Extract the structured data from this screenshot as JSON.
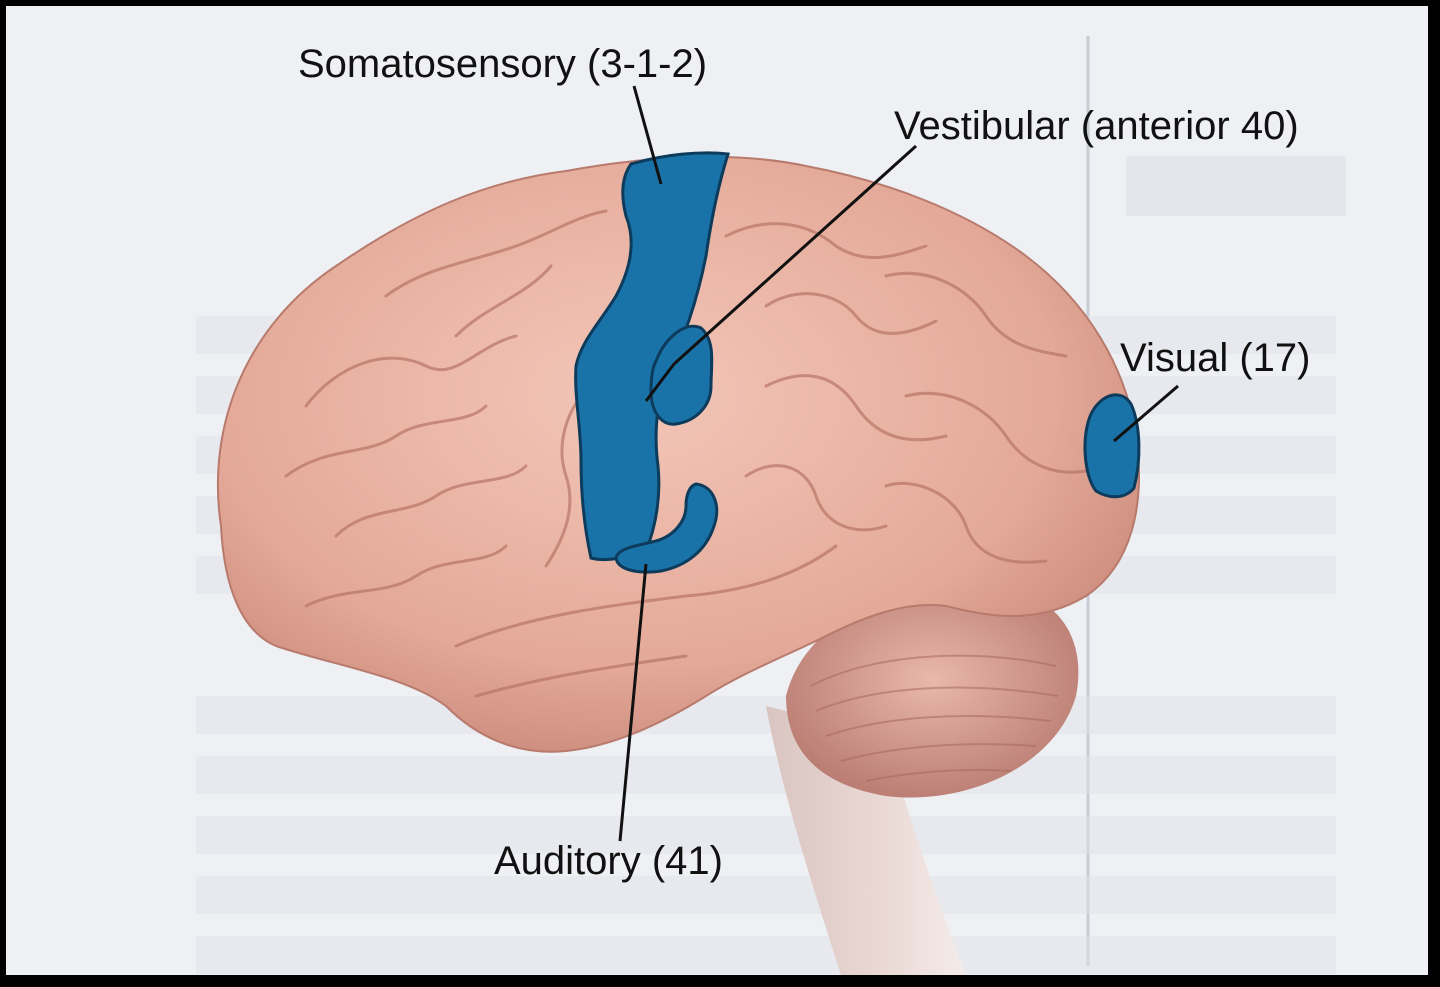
{
  "labels": {
    "somatosensory": "Somatosensory (3-1-2)",
    "vestibular": "Vestibular (anterior 40)",
    "visual": "Visual (17)",
    "auditory": "Auditory (41)"
  },
  "colors": {
    "cortex_blue": "#1a73a8",
    "brain_pink": "#e9b2a4",
    "background": "#eef0f4",
    "frame": "#000000"
  }
}
